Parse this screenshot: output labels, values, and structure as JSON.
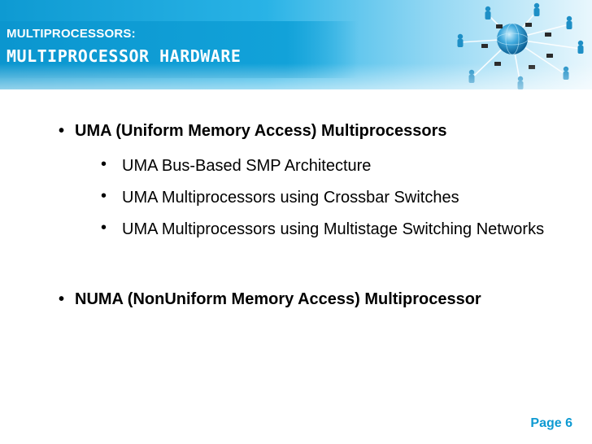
{
  "header": {
    "subtitle": "MULTIPROCESSORS:",
    "title": "MULTIPROCESSOR HARDWARE",
    "accent_color": "#0e9ad2",
    "graphic_icon": "network-globe-icon"
  },
  "bullets": {
    "b1": "UMA (Uniform Memory Access) Multiprocessors",
    "b1_sub": [
      "UMA Bus-Based SMP Architecture",
      "UMA Multiprocessors using Crossbar Switches",
      "UMA Multiprocessors using Multistage Switching Networks"
    ],
    "b2": "NUMA (NonUniform Memory Access) Multiprocessor",
    "bullet_glyph": "•"
  },
  "footer": {
    "page_label": "Page 6"
  }
}
